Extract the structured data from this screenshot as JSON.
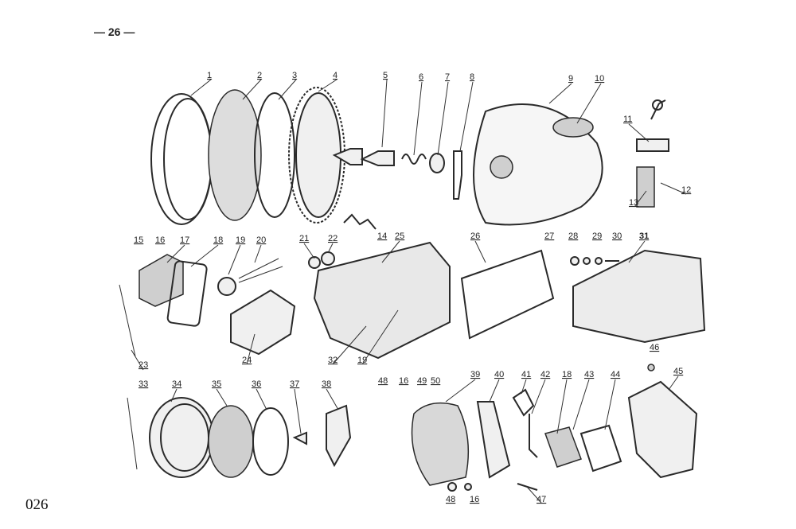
{
  "page_number": "— 26 —",
  "footer_code": "026",
  "labels": {
    "a1": "1",
    "a2": "2",
    "a3": "3",
    "a4": "4",
    "a5": "5",
    "a6": "6",
    "a7": "7",
    "a8": "8",
    "a9": "9",
    "a10": "10",
    "a11": "11",
    "a12": "12",
    "a13": "13",
    "a14": "14",
    "a15": "15",
    "a16": "16",
    "a17": "17",
    "a18": "18",
    "a19": "19",
    "a20": "20",
    "a21": "21",
    "a22": "22",
    "a23": "23",
    "a24": "24",
    "a25": "25",
    "a26": "26",
    "a27": "27",
    "a28": "28",
    "a29": "29",
    "a30": "30",
    "a31": "31",
    "a32": "32",
    "b19": "19",
    "b48": "48",
    "b16": "16",
    "a49": "49",
    "a50": "50",
    "a33": "33",
    "a34": "34",
    "a35": "35",
    "a36": "36",
    "a37": "37",
    "a38": "38",
    "a39": "39",
    "a40": "40",
    "a41": "41",
    "a42": "42",
    "b18": "18",
    "a43": "43",
    "a44": "44",
    "a45": "45",
    "a46": "46",
    "c48": "48",
    "c16": "16",
    "a47": "47"
  }
}
